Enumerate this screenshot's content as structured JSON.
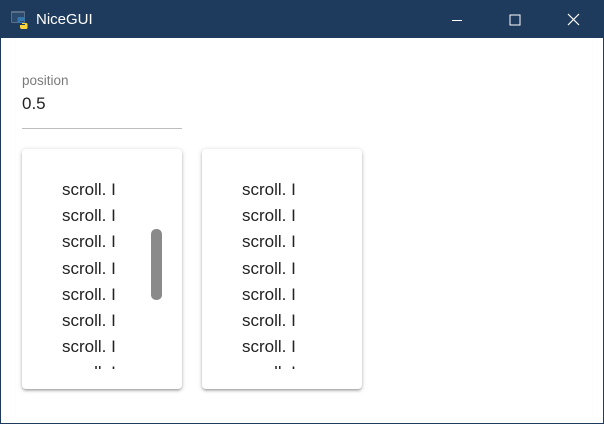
{
  "window": {
    "title": "NiceGUI",
    "controls": {
      "minimize": "minimize",
      "maximize": "maximize",
      "close": "close"
    }
  },
  "position_field": {
    "label": "position",
    "value": "0.5"
  },
  "scroll_areas": [
    {
      "lines": [
        "scroll. I",
        "scroll. I",
        "scroll. I",
        "scroll. I",
        "scroll. I",
        "scroll. I",
        "scroll. I",
        "scroll. I"
      ],
      "scrollbar_visible": true,
      "scroll_position": 0.5
    },
    {
      "lines": [
        "scroll. I",
        "scroll. I",
        "scroll. I",
        "scroll. I",
        "scroll. I",
        "scroll. I",
        "scroll. I",
        "scroll. I"
      ],
      "scrollbar_visible": false
    }
  ],
  "colors": {
    "titlebar": "#1e3a5c",
    "scrollbar_thumb": "#8a8a8a"
  }
}
